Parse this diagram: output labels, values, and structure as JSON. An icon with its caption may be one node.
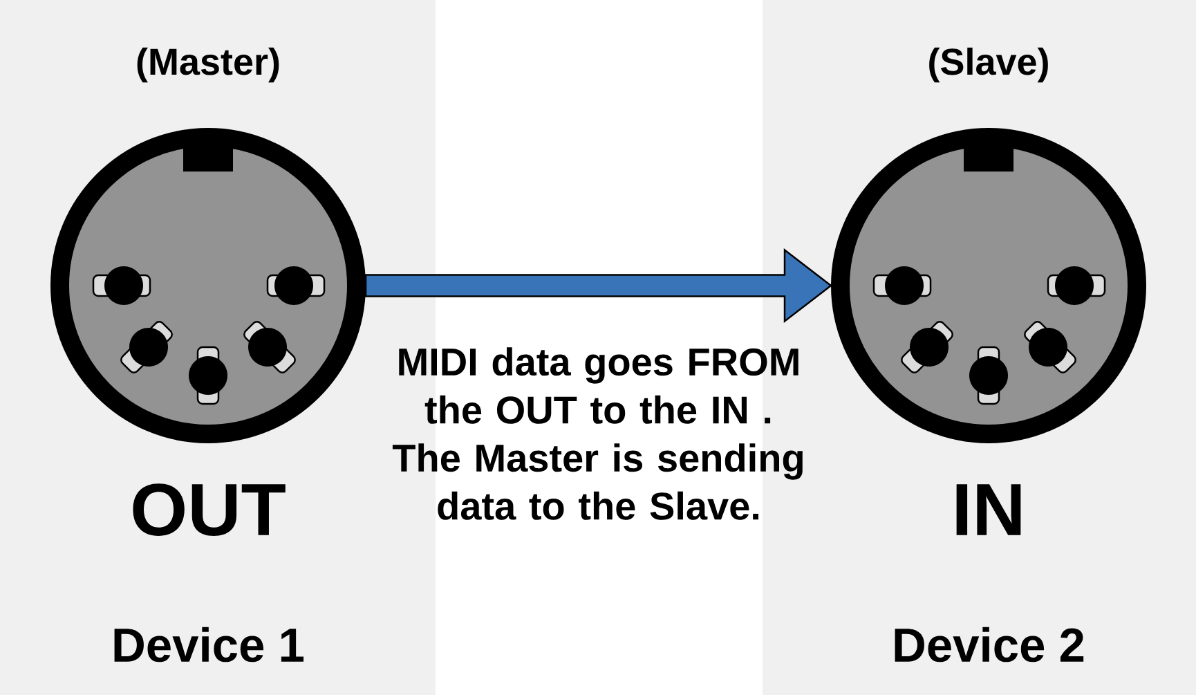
{
  "diagram": {
    "nodes": [
      {
        "text": [
          "(Master)",
          "OUT",
          "Device 1"
        ]
      },
      {
        "text": [],
        "shape": "circle",
        "in": 0
      },
      {
        "text": [
          "(Slave)",
          "IN",
          "Device 2"
        ]
      },
      {
        "text": [],
        "shape": "circle",
        "in": 2
      }
    ],
    "edges": [
      {
        "from": 1,
        "to": 3,
        "arrow": "to"
      }
    ],
    "labels": [
      "MIDI data goes FROM the OUT to the IN . The Master is sending data to the Slave."
    ]
  }
}
